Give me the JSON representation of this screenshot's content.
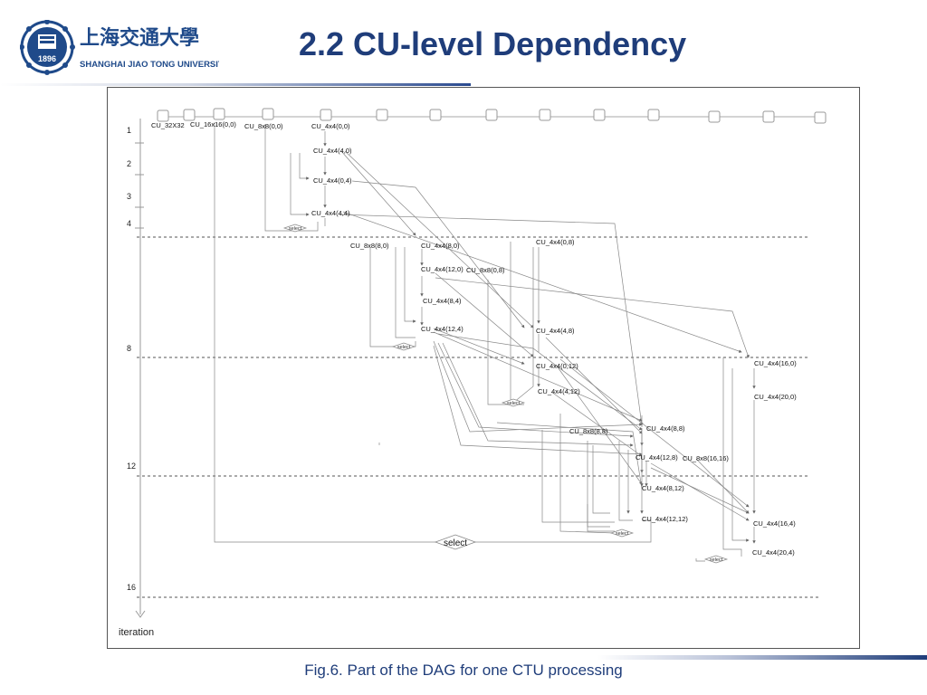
{
  "header": {
    "title": "2.2 CU-level Dependency",
    "logo_chinese": "上海交通大學",
    "logo_english": "SHANGHAI JIAO TONG UNIVERSITY",
    "logo_year": "1896"
  },
  "caption": "Fig.6. Part of the DAG for one CTU processing",
  "diagram": {
    "iteration_label": "iteration",
    "row_markers": [
      "1",
      "2",
      "3",
      "4",
      "8",
      "12",
      "16"
    ],
    "nodes": {
      "cu32": "CU_32X32",
      "cu16": "CU_16x16(0,0)",
      "cu8_00": "CU_8x8(0,0)",
      "cu4_00": "CU_4x4(0,0)",
      "cu4_40": "CU_4x4(4,0)",
      "cu4_04": "CU_4x4(0,4)",
      "cu4_44": "CU_4x4(4,4)",
      "cu8_80": "CU_8x8(8,0)",
      "cu4_80": "CU_4x4(8,0)",
      "cu4_120": "CU_4x4(12,0)",
      "cu8_08": "CU_8x8(0,8)",
      "cu4_84": "CU_4x4(8,4)",
      "cu4_124": "CU_4x4(12,4)",
      "cu4_08": "CU_4x4(0,8)",
      "cu4_48": "CU_4x4(4,8)",
      "cu4_012": "CU_4x4(0,12)",
      "cu4_412": "CU_4x4(4,12)",
      "cu4_160": "CU_4x4(16,0)",
      "cu4_200": "CU_4x4(20,0)",
      "cu4_88": "CU_4x4(8,8)",
      "cu8_88": "CU_8x8(8,8)",
      "cu4_128": "CU_4x4(12,8)",
      "cu8_1616": "CU_8x8(16,16)",
      "cu4_812": "CU_4x4(8,12)",
      "cu4_1212": "CU_4x4(12,12)",
      "cu4_164": "CU_4x4(16,4)",
      "cu4_204": "CU_4x4(20,4)"
    },
    "select_small": "select",
    "select_big": "select"
  }
}
